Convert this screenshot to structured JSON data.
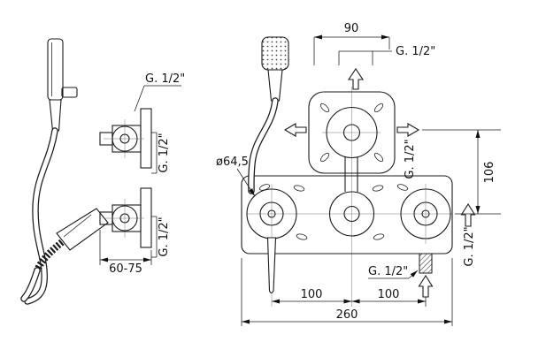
{
  "side_view": {
    "thread_top": "G. 1/2\"",
    "thread_outlet_upper": "G. 1/2\"",
    "thread_outlet_lower": "G. 1/2\"",
    "wall_depth": "60-75"
  },
  "front_view": {
    "hole_spacing_top": "90",
    "thread_top": "G. 1/2\"",
    "knob_diameter": "ø64,5",
    "thread_side": "G. 1/2\"",
    "center_height": "106",
    "thread_right": "G. 1/2\"",
    "thread_bottom": "G. 1/2\"",
    "spacing_left": "100",
    "spacing_right": "100",
    "overall_width": "260"
  }
}
